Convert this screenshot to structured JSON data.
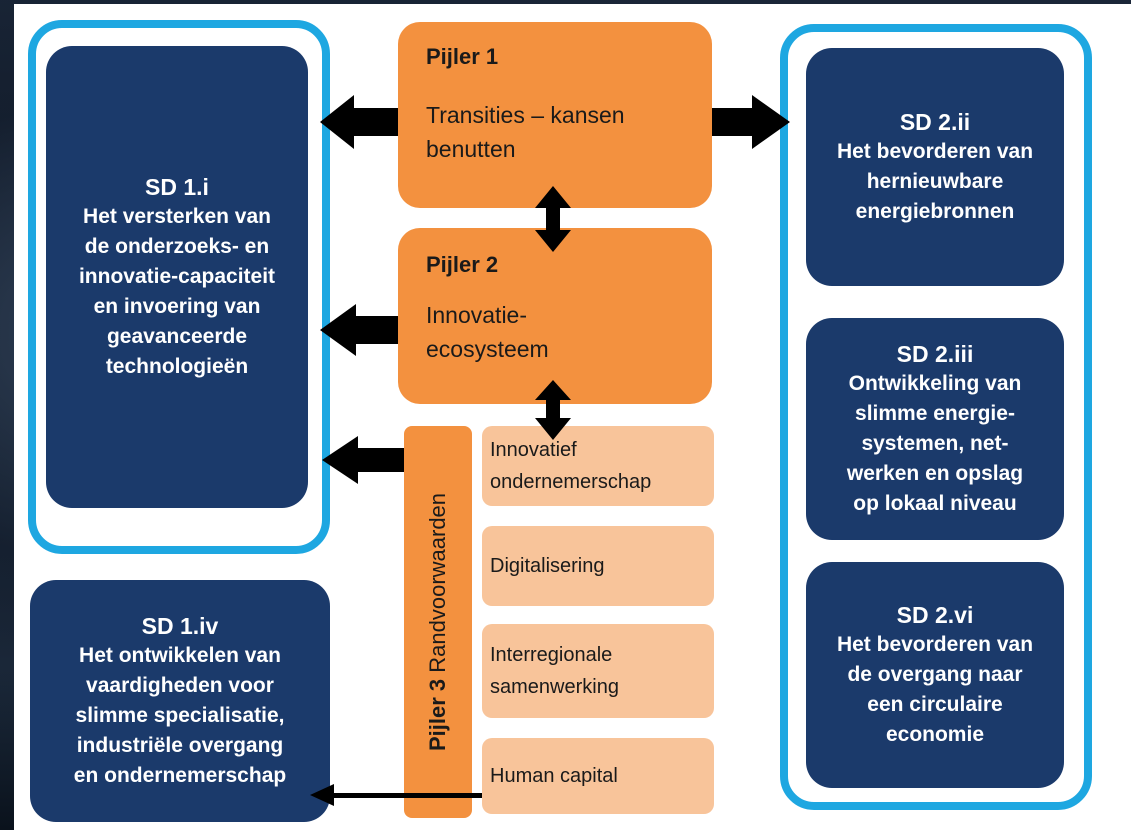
{
  "pillars": {
    "p1": {
      "title": "Pijler 1",
      "desc": "Transities – kansen\nbenutten"
    },
    "p2": {
      "title": "Pijler 2",
      "desc": "Innovatie-\necosysteem"
    },
    "p3": {
      "title": "Pijler 3",
      "label": "Randvoorwaarden"
    }
  },
  "conditions": [
    "Innovatief\nondernemerschap",
    "Digitalisering",
    "Interregionale\nsamenwerking",
    "Human capital"
  ],
  "sd": {
    "sd1i": {
      "code": "SD 1.i",
      "desc": "Het versterken van\nde onderzoeks- en\ninnovatie-capaciteit\nen invoering van\ngeavanceerde\ntechnologieën"
    },
    "sd1iv": {
      "code": "SD 1.iv",
      "desc": "Het ontwikkelen van\nvaardigheden voor\nslimme specialisatie,\nindustriële overgang\nen ondernemerschap"
    },
    "sd2ii": {
      "code": "SD 2.ii",
      "desc": "Het bevorderen van\nhernieuwbare\nenergiebronnen"
    },
    "sd2iii": {
      "code": "SD 2.iii",
      "desc": "Ontwikkeling van\nslimme energie-\nsystemen, net-\nwerken en opslag\nop lokaal niveau"
    },
    "sd2vi": {
      "code": "SD 2.vi",
      "desc": "Het bevorderen van\nde overgang naar\neen circulaire\neconomie"
    }
  },
  "colors": {
    "navy": "#1b3a6b",
    "frame_blue": "#1ea7e1",
    "orange": "#f3913f",
    "light_orange": "#f8c49a",
    "arrow": "#000000"
  }
}
